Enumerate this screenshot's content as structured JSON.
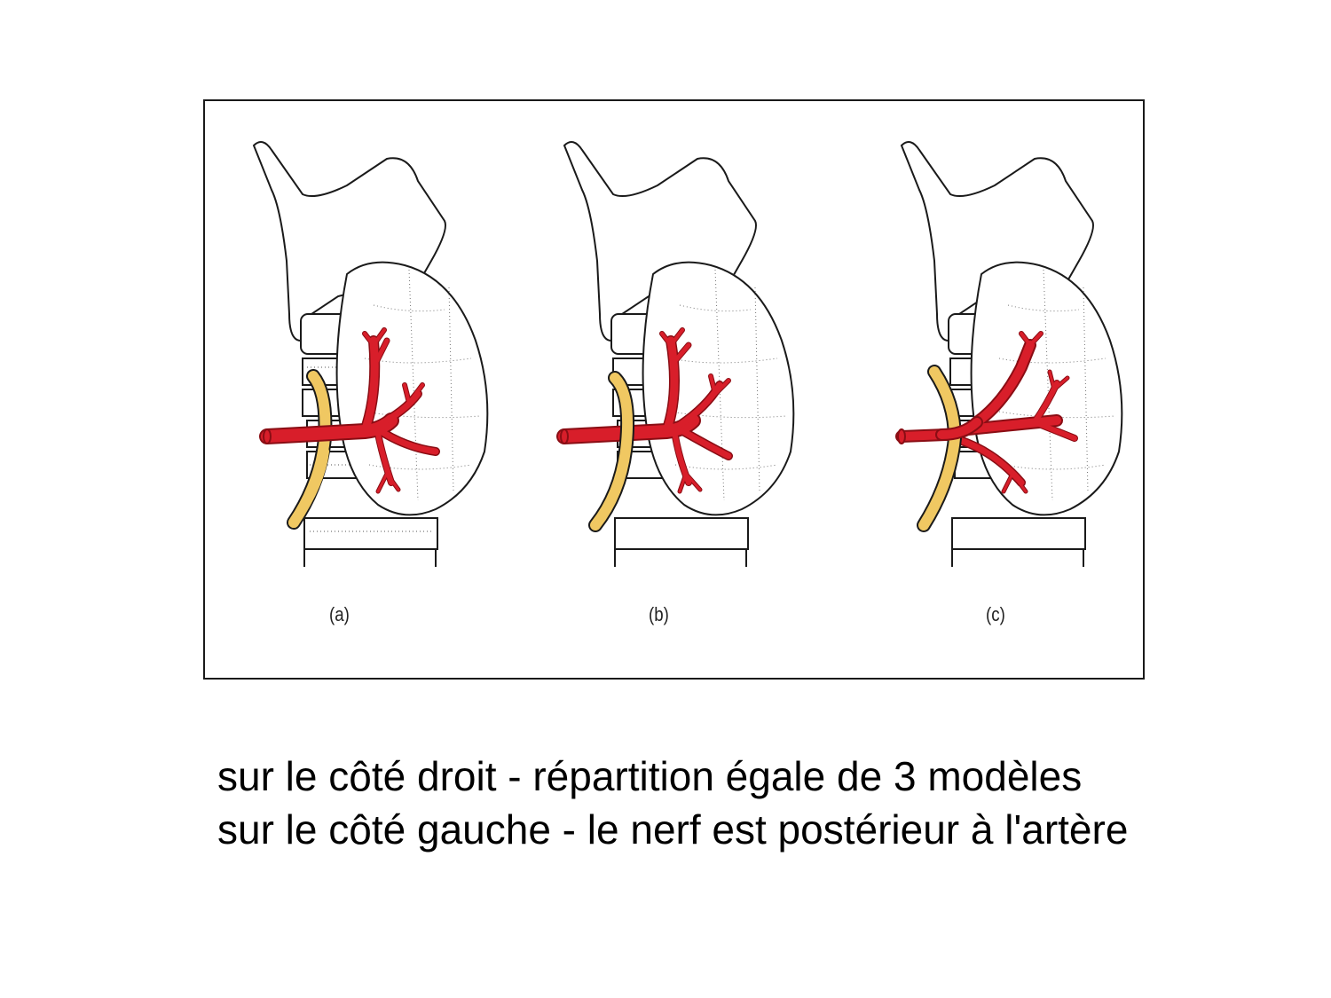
{
  "figure": {
    "panels": [
      {
        "id": "a",
        "label": "(a)",
        "nerve_position": "posterior"
      },
      {
        "id": "b",
        "label": "(b)",
        "nerve_position": "anterior"
      },
      {
        "id": "c",
        "label": "(c)",
        "nerve_position": "between-branches"
      }
    ],
    "colors": {
      "artery": "#d81e2a",
      "artery_dark": "#8a0d14",
      "nerve": "#f0c862",
      "outline": "#1a1a1a"
    }
  },
  "caption": {
    "line1": "sur le côté droit - répartition égale de 3 modèles",
    "line2": "sur le côté gauche - le nerf est postérieur à l'artère"
  }
}
